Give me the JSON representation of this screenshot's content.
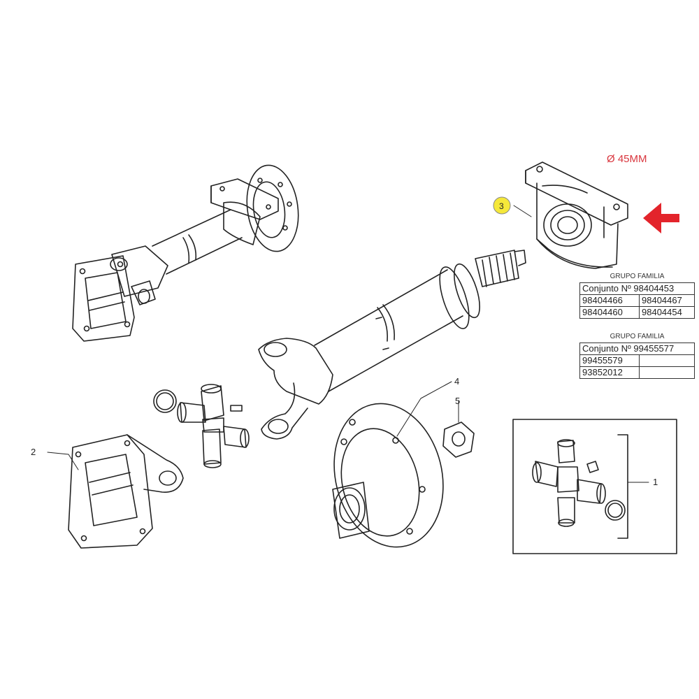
{
  "annotation": {
    "diameter": "Ø 45MM",
    "arrow_color": "#e3242b"
  },
  "callouts": {
    "part1": "1",
    "part2": "2",
    "part3": "3",
    "part4": "4",
    "part5": "5"
  },
  "highlight_color": "#f5e83a",
  "table1": {
    "header": "GRUPO FAMILIA",
    "rows": [
      [
        "Conjunto Nº 98404453"
      ],
      [
        "98404466",
        "98404467"
      ],
      [
        "98404460",
        "98404454"
      ]
    ]
  },
  "table2": {
    "header": "GRUPO FAMILIA",
    "rows": [
      [
        "Conjunto Nº 99455577"
      ],
      [
        "99455579",
        ""
      ],
      [
        "93852012",
        ""
      ]
    ]
  }
}
